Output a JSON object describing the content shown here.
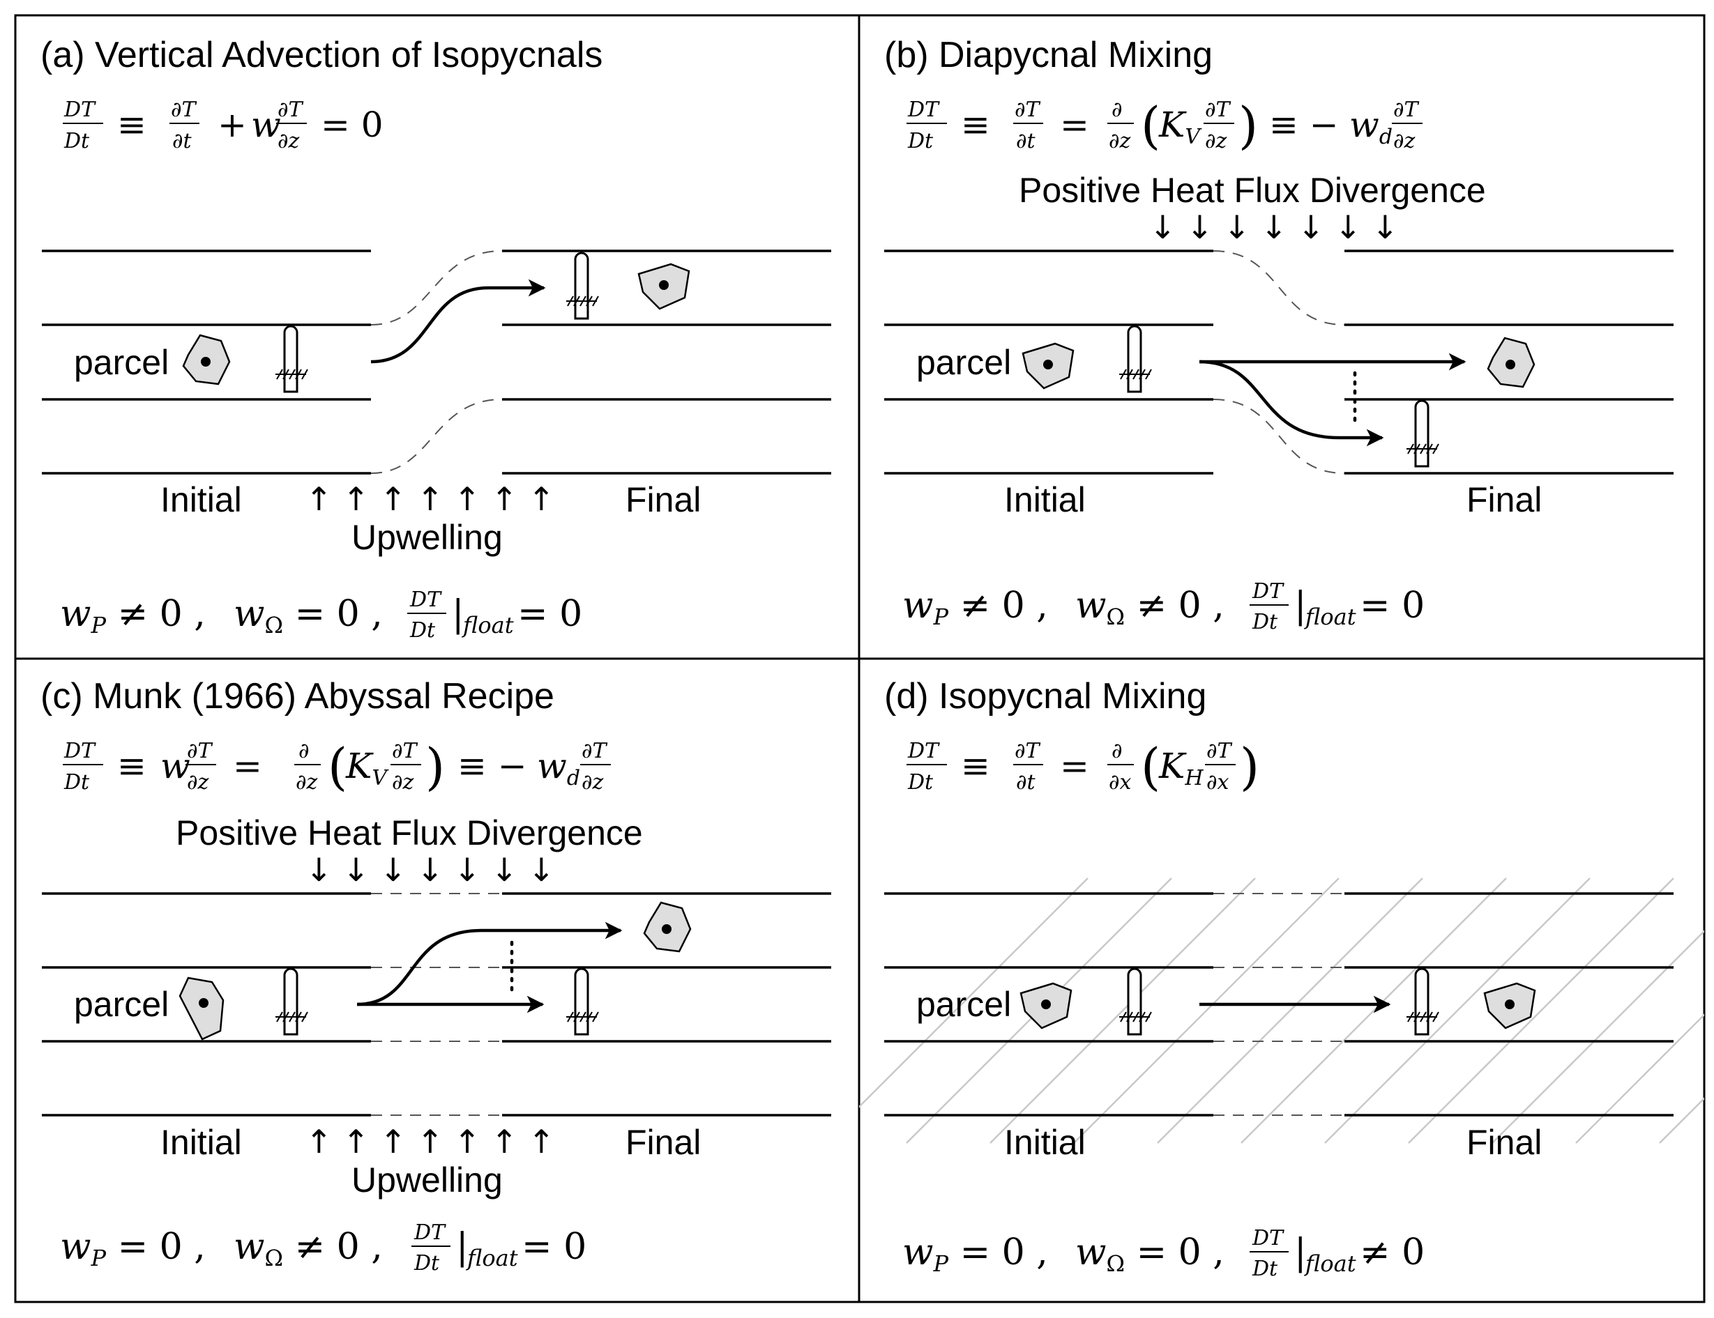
{
  "panels": {
    "a": {
      "title": "(a) Vertical Advection of Isopycnals",
      "equation": "DT/Dt ≡ ∂T/∂t + w ∂T/∂z = 0",
      "parcel_label": "parcel",
      "initial_label": "Initial",
      "final_label": "Final",
      "forcing_label": "Upwelling",
      "forcing_arrows": "↑ ↑ ↑ ↑ ↑ ↑ ↑",
      "conditions": "w_P ≠ 0 ,  w_Ω = 0 ,  DT/Dt |_float = 0"
    },
    "b": {
      "title": "(b) Diapycnal Mixing",
      "equation": "DT/Dt ≡ ∂T/∂t = ∂/∂z (K_V ∂T/∂z) ≡ −w_d ∂T/∂z",
      "forcing_label": "Positive Heat Flux Divergence",
      "forcing_arrows": "↓ ↓ ↓ ↓ ↓ ↓ ↓",
      "parcel_label": "parcel",
      "initial_label": "Initial",
      "final_label": "Final",
      "conditions": "w_P ≠ 0 ,  w_Ω ≠ 0 ,  DT/Dt |_float = 0"
    },
    "c": {
      "title": "(c) Munk (1966) Abyssal Recipe",
      "equation": "DT/Dt ≡ w ∂T/∂z = ∂/∂z (K_V ∂T/∂z) ≡ −w_d ∂T/∂z",
      "forcing_label": "Positive Heat Flux Divergence",
      "forcing_arrows": "↓ ↓ ↓ ↓ ↓ ↓ ↓",
      "parcel_label": "parcel",
      "initial_label": "Initial",
      "final_label": "Final",
      "upwelling_label": "Upwelling",
      "upwelling_arrows": "↑ ↑ ↑ ↑ ↑ ↑ ↑",
      "conditions": "w_P = 0 ,  w_Ω ≠ 0 ,  DT/Dt |_float = 0"
    },
    "d": {
      "title": "(d) Isopycnal Mixing",
      "equation": "DT/Dt ≡ ∂T/∂t = ∂/∂x (K_H ∂T/∂x)",
      "parcel_label": "parcel",
      "initial_label": "Initial",
      "final_label": "Final",
      "conditions": "w_P = 0 ,  w_Ω = 0 ,  DT/Dt |_float ≠ 0"
    }
  },
  "colors": {
    "line": "#000000",
    "dashed": "#555555",
    "parcel_fill": "#dedede",
    "hatch_background": "#c8c8c8"
  }
}
